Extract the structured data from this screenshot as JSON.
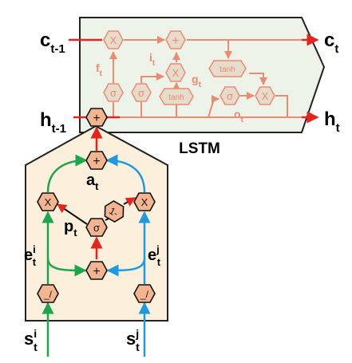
{
  "title": "LSTM",
  "inputs": {
    "c_prev": "c",
    "c_prev_sub": "t-1",
    "h_prev": "h",
    "h_prev_sub": "t-1"
  },
  "outputs": {
    "c": "c",
    "c_sub": "t",
    "h": "h",
    "h_sub": "t"
  },
  "gate_labels": {
    "f": "f",
    "f_sub": "t",
    "i": "i",
    "i_sub": "t",
    "g": "g",
    "g_sub": "t",
    "o": "o",
    "o_sub": "t"
  },
  "ops": {
    "mul": "X",
    "add": "+",
    "sigma": "σ",
    "tanh": "tanh",
    "one_minus": "1-",
    "relu": "_/"
  },
  "lower": {
    "a": "a",
    "a_sub": "t",
    "p": "p",
    "p_sub": "t",
    "e_i": "e",
    "e_i_sup": "i",
    "e_i_sub": "t",
    "e_j": "e",
    "e_j_sup": "j",
    "e_j_sub": "t",
    "s_i": "s",
    "s_i_sup": "i",
    "s_i_sub": "t",
    "s_j": "s",
    "s_j_sup": "j",
    "s_j_sub": "t"
  },
  "colors": {
    "lstm_fill": "#eef3ea",
    "lower_fill": "#fcefdc",
    "node_fill": "#f2b58f",
    "node_faded": "#e6dccc",
    "red": "#e8231d",
    "salmon": "#ee8a6f",
    "green": "#1aa64a",
    "blue": "#1e9ae0"
  }
}
